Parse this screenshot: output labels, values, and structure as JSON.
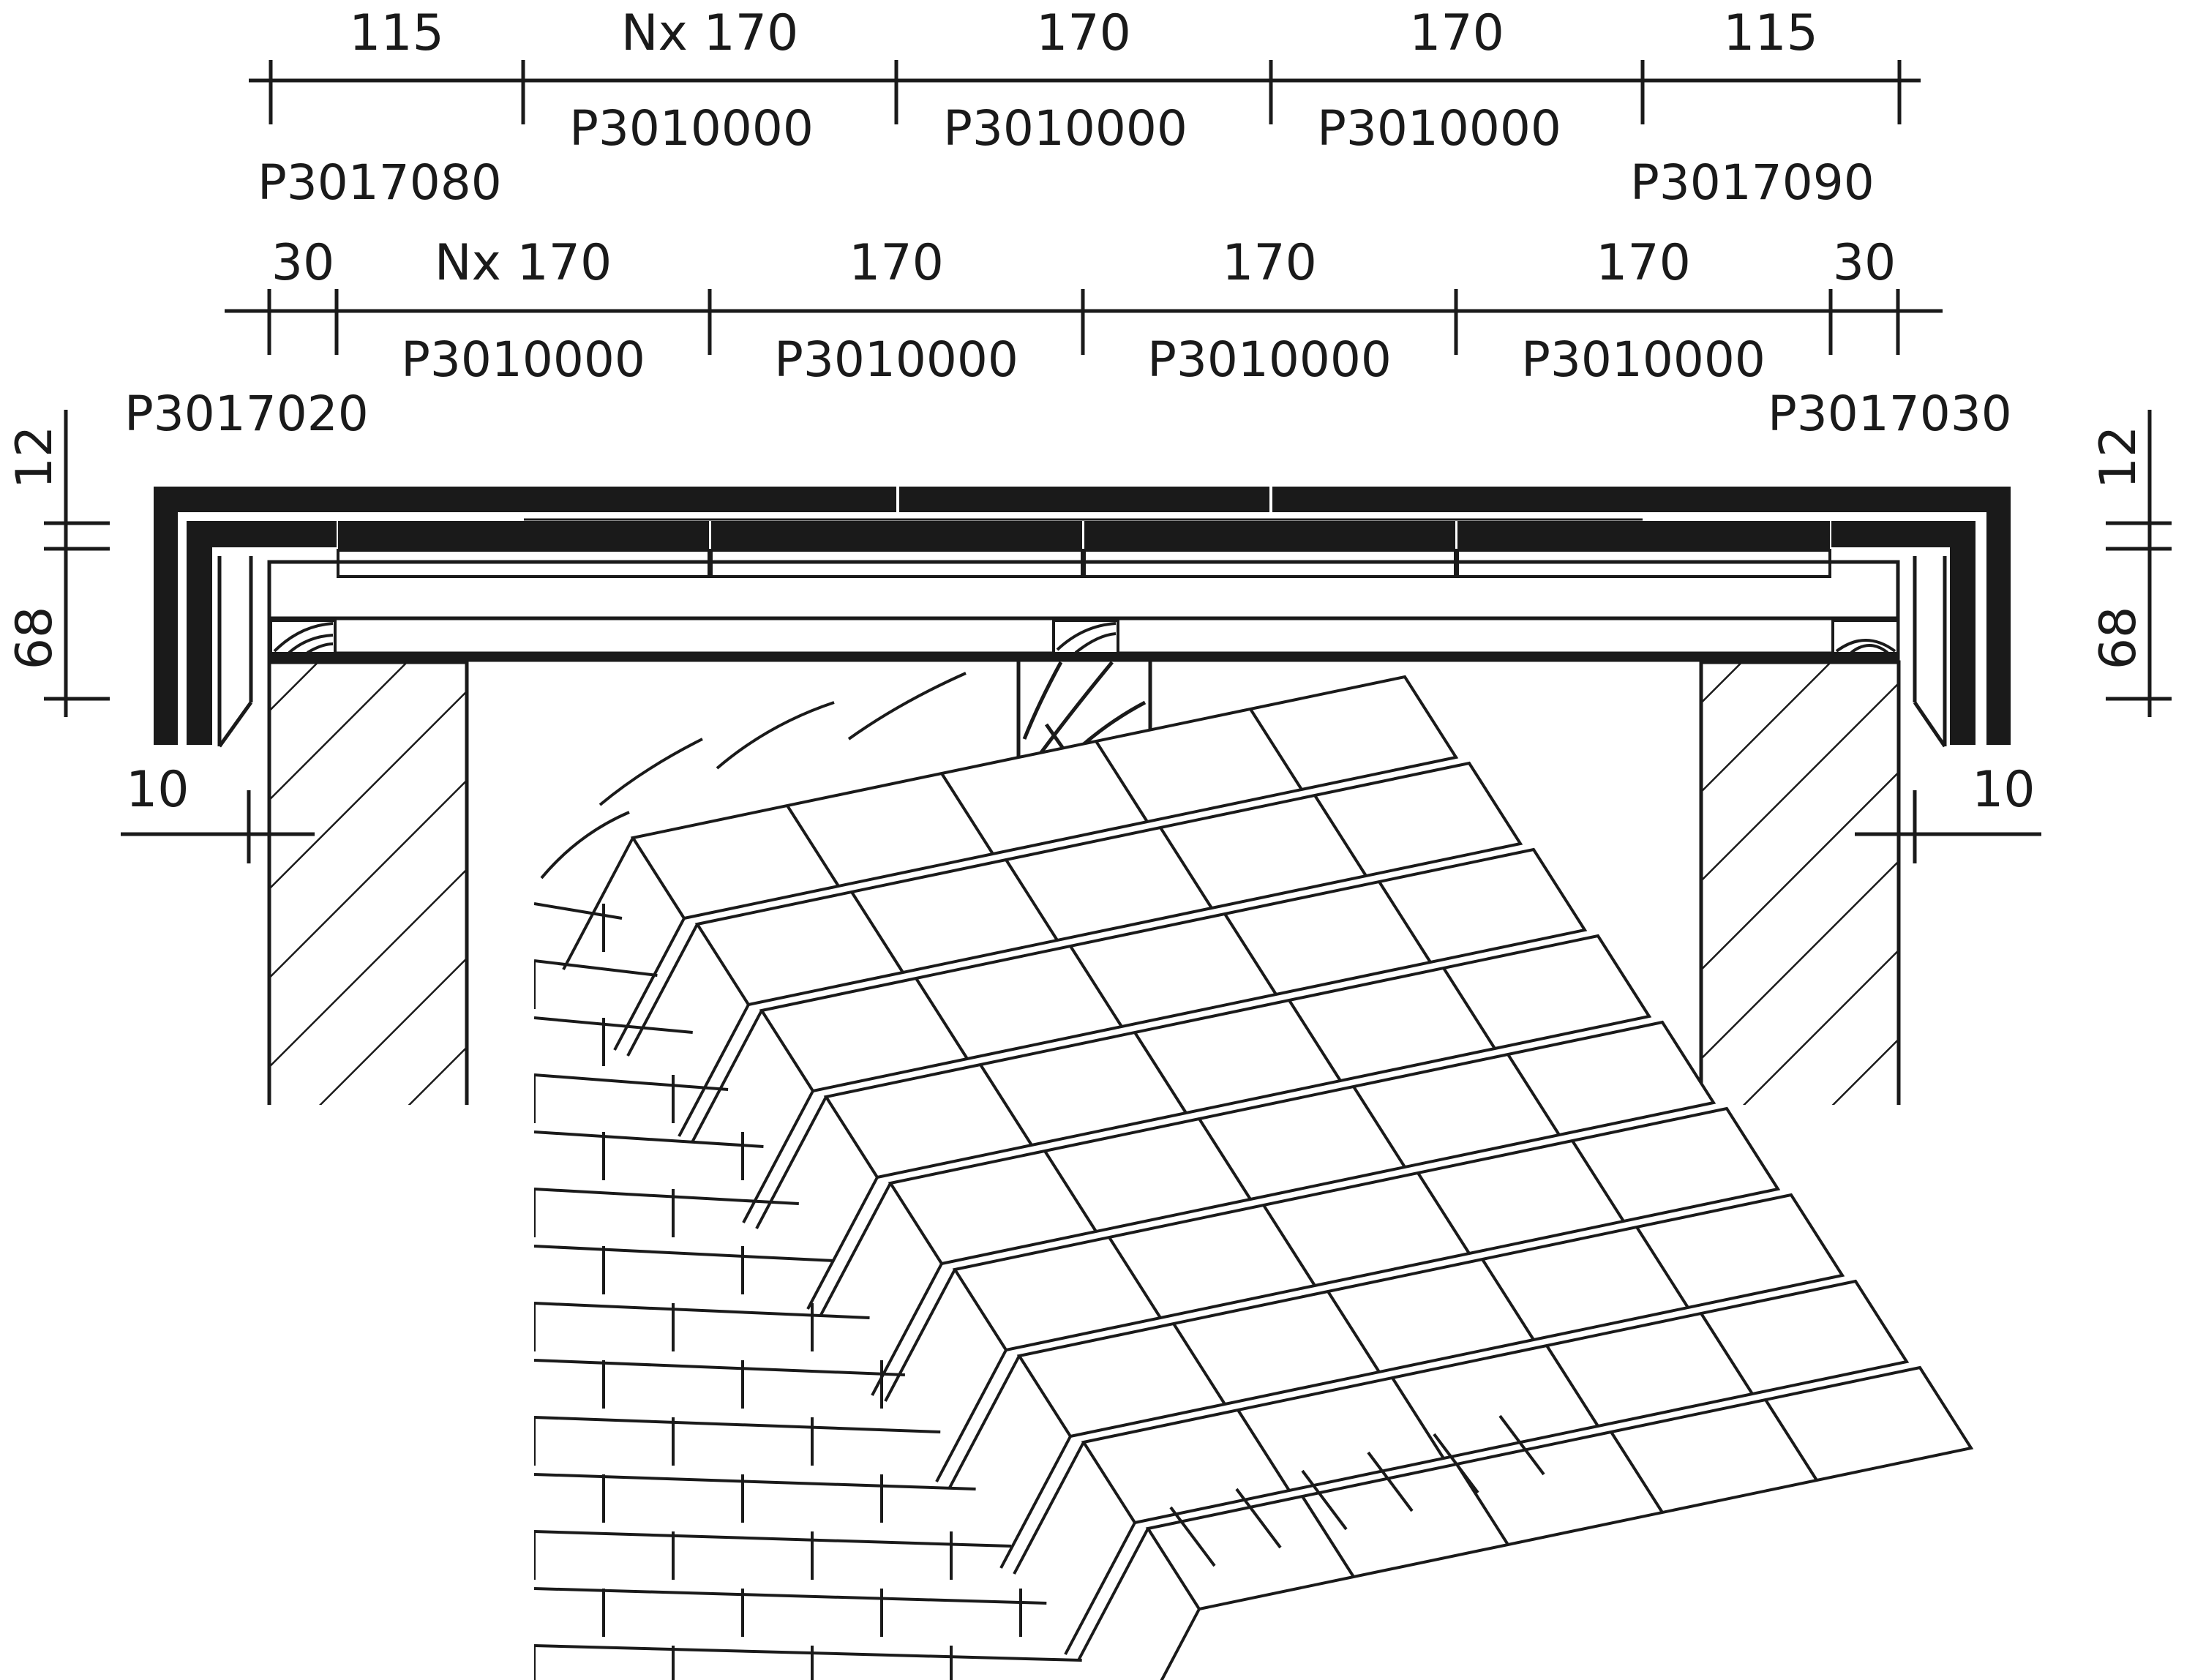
{
  "colors": {
    "ink": "#1a1a1a",
    "paper": "#ffffff"
  },
  "top_row": {
    "dims": [
      "115",
      "Nx 170",
      "170",
      "170",
      "115"
    ],
    "codes": [
      "P3010000",
      "P3010000",
      "P3010000"
    ],
    "end_left": "P3017080",
    "end_right": "P3017090"
  },
  "second_row": {
    "dims": [
      "30",
      "Nx 170",
      "170",
      "170",
      "170",
      "30"
    ],
    "codes": [
      "P3010000",
      "P3010000",
      "P3010000",
      "P3010000"
    ],
    "end_left": "P3017020",
    "end_right": "P3017030"
  },
  "side_dims": {
    "left_top": "12",
    "left_bottom": "68",
    "left_gap": "10",
    "right_top": "12",
    "right_bottom": "68",
    "right_gap": "10"
  }
}
